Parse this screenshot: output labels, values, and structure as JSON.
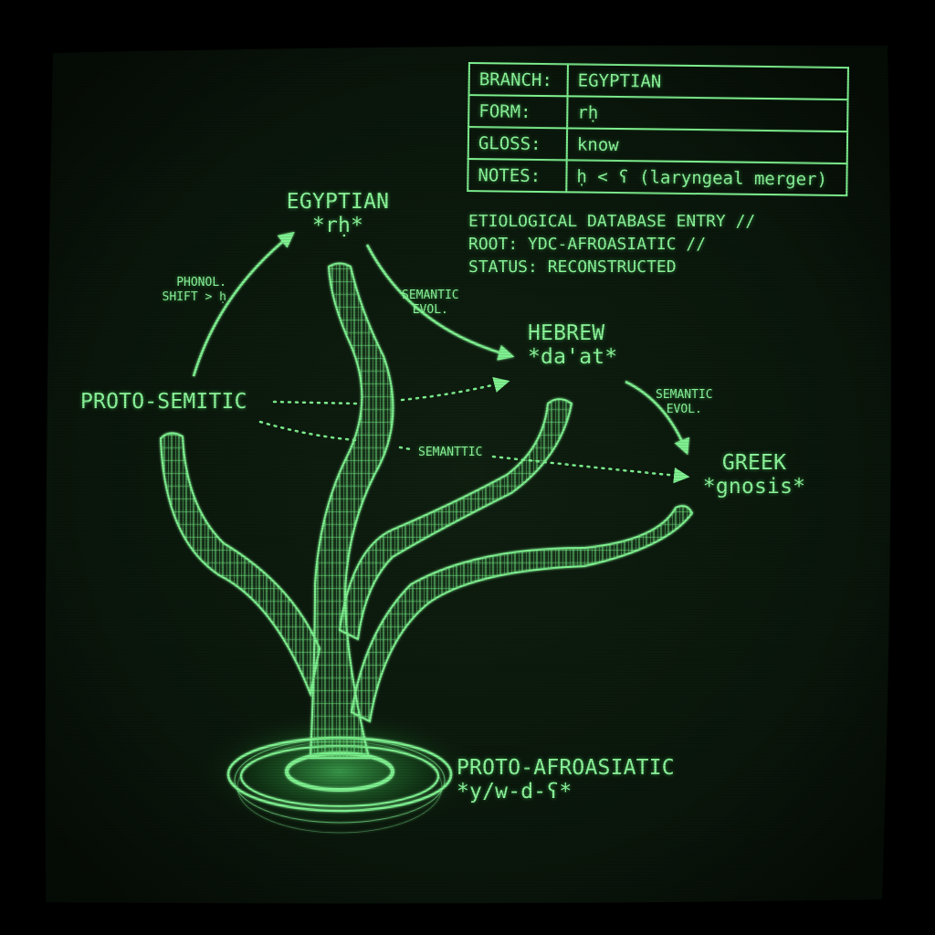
{
  "entry_table": {
    "rows": [
      {
        "key": "BRANCH:",
        "value": "EGYPTIAN"
      },
      {
        "key": "FORM:",
        "value": "rḥ"
      },
      {
        "key": "GLOSS:",
        "value": "know"
      },
      {
        "key": "NOTES:",
        "value": "ḥ < ʕ (laryngeal merger)"
      }
    ]
  },
  "info_lines": [
    "ETIOLOGICAL DATABASE ENTRY //",
    "ROOT: YDC-AFROASIATIC //",
    "STATUS: RECONSTRUCTED"
  ],
  "nodes": {
    "egyptian": {
      "name": "EGYPTIAN",
      "form": "*rḥ*"
    },
    "hebrew": {
      "name": "HEBREW",
      "form": "*da'at*"
    },
    "greek": {
      "name": "GREEK",
      "form": "*gnosis*"
    },
    "proto_semitic": {
      "name": "PROTO-SEMITIC"
    },
    "proto_afroasiatic": {
      "name": "PROTO-AFROASIATIC",
      "form": "*y/w-d-ʕ*"
    }
  },
  "edge_labels": {
    "phonol_shift": [
      "PHONOL.",
      "SHIFT > ḥ"
    ],
    "semantic_evol_1": [
      "SEMANTIC",
      "EVOL."
    ],
    "semantic_evol_2": [
      "SEMANTIC",
      "EVOL."
    ],
    "semanttic": "SEMANTTIC"
  },
  "colors": {
    "phosphor": "#8cf59a",
    "line": "#7ff090",
    "screen_bg": "#0b170c",
    "bezel": "#000000"
  }
}
